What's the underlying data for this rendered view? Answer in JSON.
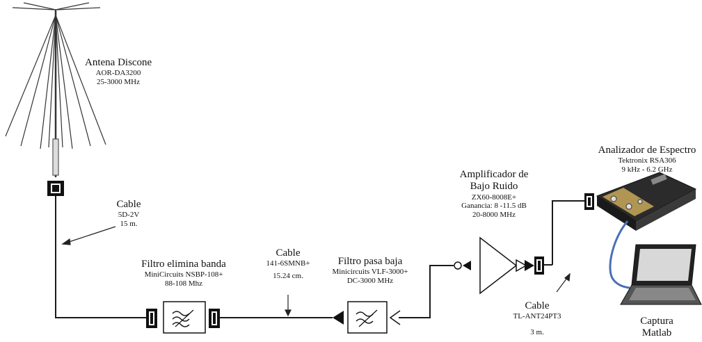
{
  "antenna": {
    "title": "Antena Discone",
    "model": "AOR-DA3200",
    "range": "25-3000 MHz"
  },
  "cable_1": {
    "title": "Cable",
    "model": "5D-2V",
    "length": "15 m."
  },
  "band_stop_filter": {
    "title": "Filtro elimina banda",
    "model": "MiniCircuits NSBP-108+",
    "range": "88-108 Mhz"
  },
  "cable_2": {
    "title": "Cable",
    "model": "141-6SMNB+",
    "length": "15.24 cm."
  },
  "low_pass_filter": {
    "title": "Filtro pasa baja",
    "model": "Minicircuits VLF-3000+",
    "range": "DC-3000 MHz"
  },
  "lna": {
    "title_line1": "Amplificador de",
    "title_line2": "Bajo Ruido",
    "model": "ZX60-8008E+",
    "gain": "Ganancia: 8 -11.5 dB",
    "range": "20-8000 MHz"
  },
  "cable_3": {
    "title": "Cable",
    "model": "TL-ANT24PT3",
    "length": "3 m."
  },
  "spectrum_analyzer": {
    "title": "Analizador de Espectro",
    "model": "Tektronix RSA306",
    "range": "9 kHz - 6.2 GHz"
  },
  "laptop": {
    "line1": "Captura",
    "line2": "Matlab"
  },
  "colors": {
    "line": "#1a1a1a",
    "usb_cable": "#4a6fb5",
    "analyzer_body": "#2b2b2b",
    "analyzer_panel": "#c8a85a"
  }
}
